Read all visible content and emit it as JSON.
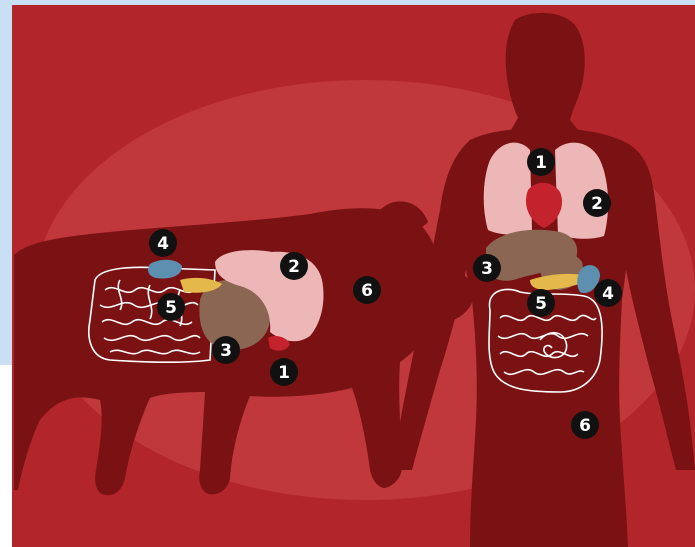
{
  "colors": {
    "frame_light_blue": "#c9e0f4",
    "background_red": "#b2252b",
    "ellipse_red": "#c0373c",
    "silhouette_dark": "#7a1214",
    "lung_pink": "#edb6b7",
    "liver_brown": "#8b6653",
    "pancreas_yellow": "#e4b84a",
    "spleen_blue": "#5d8fb0",
    "heart_red": "#c4232d",
    "intestine_outline": "#ffffff",
    "marker_fill": "#111111",
    "marker_text": "#ffffff"
  },
  "pig": {
    "markers": [
      {
        "label": "4"
      },
      {
        "label": "2"
      },
      {
        "label": "5"
      },
      {
        "label": "6"
      },
      {
        "label": "3"
      },
      {
        "label": "1"
      }
    ]
  },
  "human": {
    "markers": [
      {
        "label": "1"
      },
      {
        "label": "2"
      },
      {
        "label": "3"
      },
      {
        "label": "5"
      },
      {
        "label": "4"
      },
      {
        "label": "6"
      }
    ]
  }
}
